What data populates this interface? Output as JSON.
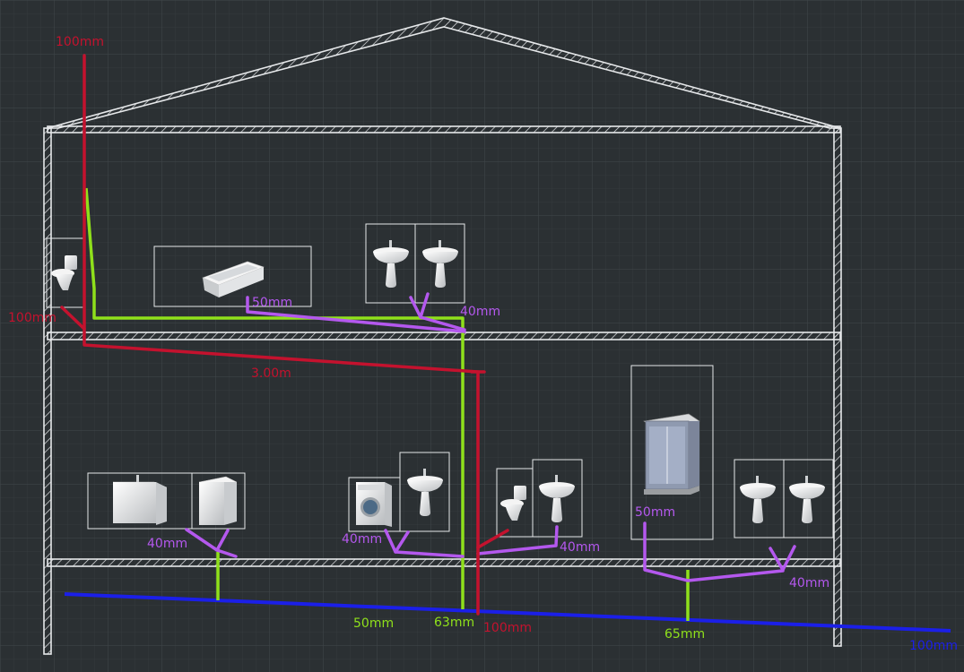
{
  "colors": {
    "background": "#2b3033",
    "grid": "#3a4044",
    "wall": "#e6e8ea",
    "soil_pipe": "#c4122e",
    "vent_pipe": "#8fe01b",
    "waste_pipe": "#b458ee",
    "sewer_main": "#1b1fe8"
  },
  "labels": {
    "red_stack_top": "100mm",
    "red_toilet_upper": "100mm",
    "red_run_length": "3.00m",
    "red_stack_bottom": "100mm",
    "purple_bath": "50mm",
    "purple_basins_upper": "40mm",
    "purple_sink_left": "40mm",
    "purple_washer": "40mm",
    "purple_basin_mid": "40mm",
    "purple_shower": "50mm",
    "purple_basins_right": "40mm",
    "green_left": "50mm",
    "green_center": "63mm",
    "green_right": "65mm",
    "blue_main": "100mm"
  },
  "fixtures": [
    {
      "id": "toilet-upper",
      "icon": "toilet-icon"
    },
    {
      "id": "bathtub",
      "icon": "bathtub-icon"
    },
    {
      "id": "basin-upper-1",
      "icon": "pedestal-basin-icon"
    },
    {
      "id": "basin-upper-2",
      "icon": "pedestal-basin-icon"
    },
    {
      "id": "kitchen-sink",
      "icon": "kitchen-sink-icon"
    },
    {
      "id": "cabinet",
      "icon": "cabinet-icon"
    },
    {
      "id": "washing-machine",
      "icon": "washing-machine-icon"
    },
    {
      "id": "basin-lower-1",
      "icon": "pedestal-basin-icon"
    },
    {
      "id": "toilet-lower",
      "icon": "toilet-icon"
    },
    {
      "id": "basin-lower-2",
      "icon": "pedestal-basin-icon"
    },
    {
      "id": "shower",
      "icon": "shower-cabin-icon"
    },
    {
      "id": "basin-lower-3",
      "icon": "pedestal-basin-icon"
    },
    {
      "id": "basin-lower-4",
      "icon": "pedestal-basin-icon"
    }
  ]
}
